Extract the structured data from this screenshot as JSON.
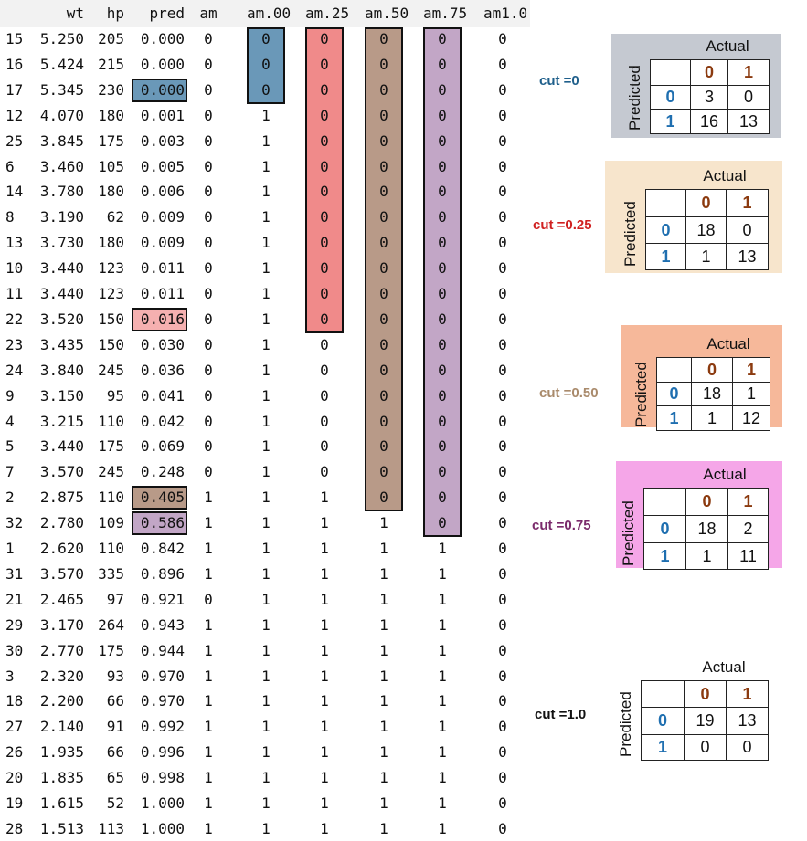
{
  "table": {
    "headers": {
      "idx": "",
      "wt": "wt",
      "hp": "hp",
      "pred": "pred",
      "am": "am",
      "am00": "am.00",
      "am25": "am.25",
      "am50": "am.50",
      "am75": "am.75",
      "am10": "am1.0"
    },
    "rows": [
      {
        "idx": "15",
        "wt": "5.250",
        "hp": "205",
        "pred": "0.000",
        "am": "0",
        "am00": "0",
        "am25": "0",
        "am50": "0",
        "am75": "0",
        "am10": "0"
      },
      {
        "idx": "16",
        "wt": "5.424",
        "hp": "215",
        "pred": "0.000",
        "am": "0",
        "am00": "0",
        "am25": "0",
        "am50": "0",
        "am75": "0",
        "am10": "0"
      },
      {
        "idx": "17",
        "wt": "5.345",
        "hp": "230",
        "pred": "0.000",
        "am": "0",
        "am00": "0",
        "am25": "0",
        "am50": "0",
        "am75": "0",
        "am10": "0"
      },
      {
        "idx": "12",
        "wt": "4.070",
        "hp": "180",
        "pred": "0.001",
        "am": "0",
        "am00": "1",
        "am25": "0",
        "am50": "0",
        "am75": "0",
        "am10": "0"
      },
      {
        "idx": "25",
        "wt": "3.845",
        "hp": "175",
        "pred": "0.003",
        "am": "0",
        "am00": "1",
        "am25": "0",
        "am50": "0",
        "am75": "0",
        "am10": "0"
      },
      {
        "idx": "6",
        "wt": "3.460",
        "hp": "105",
        "pred": "0.005",
        "am": "0",
        "am00": "1",
        "am25": "0",
        "am50": "0",
        "am75": "0",
        "am10": "0"
      },
      {
        "idx": "14",
        "wt": "3.780",
        "hp": "180",
        "pred": "0.006",
        "am": "0",
        "am00": "1",
        "am25": "0",
        "am50": "0",
        "am75": "0",
        "am10": "0"
      },
      {
        "idx": "8",
        "wt": "3.190",
        "hp": "62",
        "pred": "0.009",
        "am": "0",
        "am00": "1",
        "am25": "0",
        "am50": "0",
        "am75": "0",
        "am10": "0"
      },
      {
        "idx": "13",
        "wt": "3.730",
        "hp": "180",
        "pred": "0.009",
        "am": "0",
        "am00": "1",
        "am25": "0",
        "am50": "0",
        "am75": "0",
        "am10": "0"
      },
      {
        "idx": "10",
        "wt": "3.440",
        "hp": "123",
        "pred": "0.011",
        "am": "0",
        "am00": "1",
        "am25": "0",
        "am50": "0",
        "am75": "0",
        "am10": "0"
      },
      {
        "idx": "11",
        "wt": "3.440",
        "hp": "123",
        "pred": "0.011",
        "am": "0",
        "am00": "1",
        "am25": "0",
        "am50": "0",
        "am75": "0",
        "am10": "0"
      },
      {
        "idx": "22",
        "wt": "3.520",
        "hp": "150",
        "pred": "0.016",
        "am": "0",
        "am00": "1",
        "am25": "0",
        "am50": "0",
        "am75": "0",
        "am10": "0"
      },
      {
        "idx": "23",
        "wt": "3.435",
        "hp": "150",
        "pred": "0.030",
        "am": "0",
        "am00": "1",
        "am25": "0",
        "am50": "0",
        "am75": "0",
        "am10": "0"
      },
      {
        "idx": "24",
        "wt": "3.840",
        "hp": "245",
        "pred": "0.036",
        "am": "0",
        "am00": "1",
        "am25": "0",
        "am50": "0",
        "am75": "0",
        "am10": "0"
      },
      {
        "idx": "9",
        "wt": "3.150",
        "hp": "95",
        "pred": "0.041",
        "am": "0",
        "am00": "1",
        "am25": "0",
        "am50": "0",
        "am75": "0",
        "am10": "0"
      },
      {
        "idx": "4",
        "wt": "3.215",
        "hp": "110",
        "pred": "0.042",
        "am": "0",
        "am00": "1",
        "am25": "0",
        "am50": "0",
        "am75": "0",
        "am10": "0"
      },
      {
        "idx": "5",
        "wt": "3.440",
        "hp": "175",
        "pred": "0.069",
        "am": "0",
        "am00": "1",
        "am25": "0",
        "am50": "0",
        "am75": "0",
        "am10": "0"
      },
      {
        "idx": "7",
        "wt": "3.570",
        "hp": "245",
        "pred": "0.248",
        "am": "0",
        "am00": "1",
        "am25": "0",
        "am50": "0",
        "am75": "0",
        "am10": "0"
      },
      {
        "idx": "2",
        "wt": "2.875",
        "hp": "110",
        "pred": "0.405",
        "am": "1",
        "am00": "1",
        "am25": "1",
        "am50": "0",
        "am75": "0",
        "am10": "0"
      },
      {
        "idx": "32",
        "wt": "2.780",
        "hp": "109",
        "pred": "0.586",
        "am": "1",
        "am00": "1",
        "am25": "1",
        "am50": "1",
        "am75": "0",
        "am10": "0"
      },
      {
        "idx": "1",
        "wt": "2.620",
        "hp": "110",
        "pred": "0.842",
        "am": "1",
        "am00": "1",
        "am25": "1",
        "am50": "1",
        "am75": "1",
        "am10": "0"
      },
      {
        "idx": "31",
        "wt": "3.570",
        "hp": "335",
        "pred": "0.896",
        "am": "1",
        "am00": "1",
        "am25": "1",
        "am50": "1",
        "am75": "1",
        "am10": "0"
      },
      {
        "idx": "21",
        "wt": "2.465",
        "hp": "97",
        "pred": "0.921",
        "am": "0",
        "am00": "1",
        "am25": "1",
        "am50": "1",
        "am75": "1",
        "am10": "0"
      },
      {
        "idx": "29",
        "wt": "3.170",
        "hp": "264",
        "pred": "0.943",
        "am": "1",
        "am00": "1",
        "am25": "1",
        "am50": "1",
        "am75": "1",
        "am10": "0"
      },
      {
        "idx": "30",
        "wt": "2.770",
        "hp": "175",
        "pred": "0.944",
        "am": "1",
        "am00": "1",
        "am25": "1",
        "am50": "1",
        "am75": "1",
        "am10": "0"
      },
      {
        "idx": "3",
        "wt": "2.320",
        "hp": "93",
        "pred": "0.970",
        "am": "1",
        "am00": "1",
        "am25": "1",
        "am50": "1",
        "am75": "1",
        "am10": "0"
      },
      {
        "idx": "18",
        "wt": "2.200",
        "hp": "66",
        "pred": "0.970",
        "am": "1",
        "am00": "1",
        "am25": "1",
        "am50": "1",
        "am75": "1",
        "am10": "0"
      },
      {
        "idx": "27",
        "wt": "2.140",
        "hp": "91",
        "pred": "0.992",
        "am": "1",
        "am00": "1",
        "am25": "1",
        "am50": "1",
        "am75": "1",
        "am10": "0"
      },
      {
        "idx": "26",
        "wt": "1.935",
        "hp": "66",
        "pred": "0.996",
        "am": "1",
        "am00": "1",
        "am25": "1",
        "am50": "1",
        "am75": "1",
        "am10": "0"
      },
      {
        "idx": "20",
        "wt": "1.835",
        "hp": "65",
        "pred": "0.998",
        "am": "1",
        "am00": "1",
        "am25": "1",
        "am50": "1",
        "am75": "1",
        "am10": "0"
      },
      {
        "idx": "19",
        "wt": "1.615",
        "hp": "52",
        "pred": "1.000",
        "am": "1",
        "am00": "1",
        "am25": "1",
        "am50": "1",
        "am75": "1",
        "am10": "0"
      },
      {
        "idx": "28",
        "wt": "1.513",
        "hp": "113",
        "pred": "1.000",
        "am": "1",
        "am00": "1",
        "am25": "1",
        "am50": "1",
        "am75": "1",
        "am10": "0"
      }
    ]
  },
  "highlights": {
    "colors": {
      "am00": "#6a98b8",
      "am25": "#f08a8a",
      "am50": "#b89a88",
      "am75": "#c2a6c6"
    },
    "pred_colors": {
      "row2": "#6a98b8",
      "row11": "#f5b0b0",
      "row18": "#b89a88",
      "row19": "#c2a6c6"
    }
  },
  "matrices": [
    {
      "cut_label": "cut =0",
      "cut_color": "#1f5f8b",
      "panel_bg": "#c5c9d1",
      "actual_label": "Actual",
      "predicted_label": "Predicted",
      "col_headers": [
        "0",
        "1"
      ],
      "row_headers": [
        "0",
        "1"
      ],
      "cells": [
        [
          "3",
          "0"
        ],
        [
          "16",
          "13"
        ]
      ]
    },
    {
      "cut_label": "cut =0.25",
      "cut_color": "#d02020",
      "panel_bg": "#f7e5cc",
      "actual_label": "Actual",
      "predicted_label": "Predicted",
      "col_headers": [
        "0",
        "1"
      ],
      "row_headers": [
        "0",
        "1"
      ],
      "cells": [
        [
          "18",
          "0"
        ],
        [
          "1",
          "13"
        ]
      ]
    },
    {
      "cut_label": "cut =0.50",
      "cut_color": "#a98a6b",
      "panel_bg": "#f6b89a",
      "actual_label": "Actual",
      "predicted_label": "Predicted",
      "col_headers": [
        "0",
        "1"
      ],
      "row_headers": [
        "0",
        "1"
      ],
      "cells": [
        [
          "18",
          "1"
        ],
        [
          "1",
          "12"
        ]
      ]
    },
    {
      "cut_label": "cut =0.75",
      "cut_color": "#7a2a6b",
      "panel_bg": "#f5a6e8",
      "actual_label": "Actual",
      "predicted_label": "Predicted",
      "col_headers": [
        "0",
        "1"
      ],
      "row_headers": [
        "0",
        "1"
      ],
      "cells": [
        [
          "18",
          "2"
        ],
        [
          "1",
          "11"
        ]
      ]
    },
    {
      "cut_label": "cut =1.0",
      "cut_color": "#111111",
      "panel_bg": "#ffffff",
      "actual_label": "Actual",
      "predicted_label": "Predicted",
      "col_headers": [
        "0",
        "1"
      ],
      "row_headers": [
        "0",
        "1"
      ],
      "cells": [
        [
          "19",
          "13"
        ],
        [
          "0",
          "0"
        ]
      ]
    }
  ]
}
